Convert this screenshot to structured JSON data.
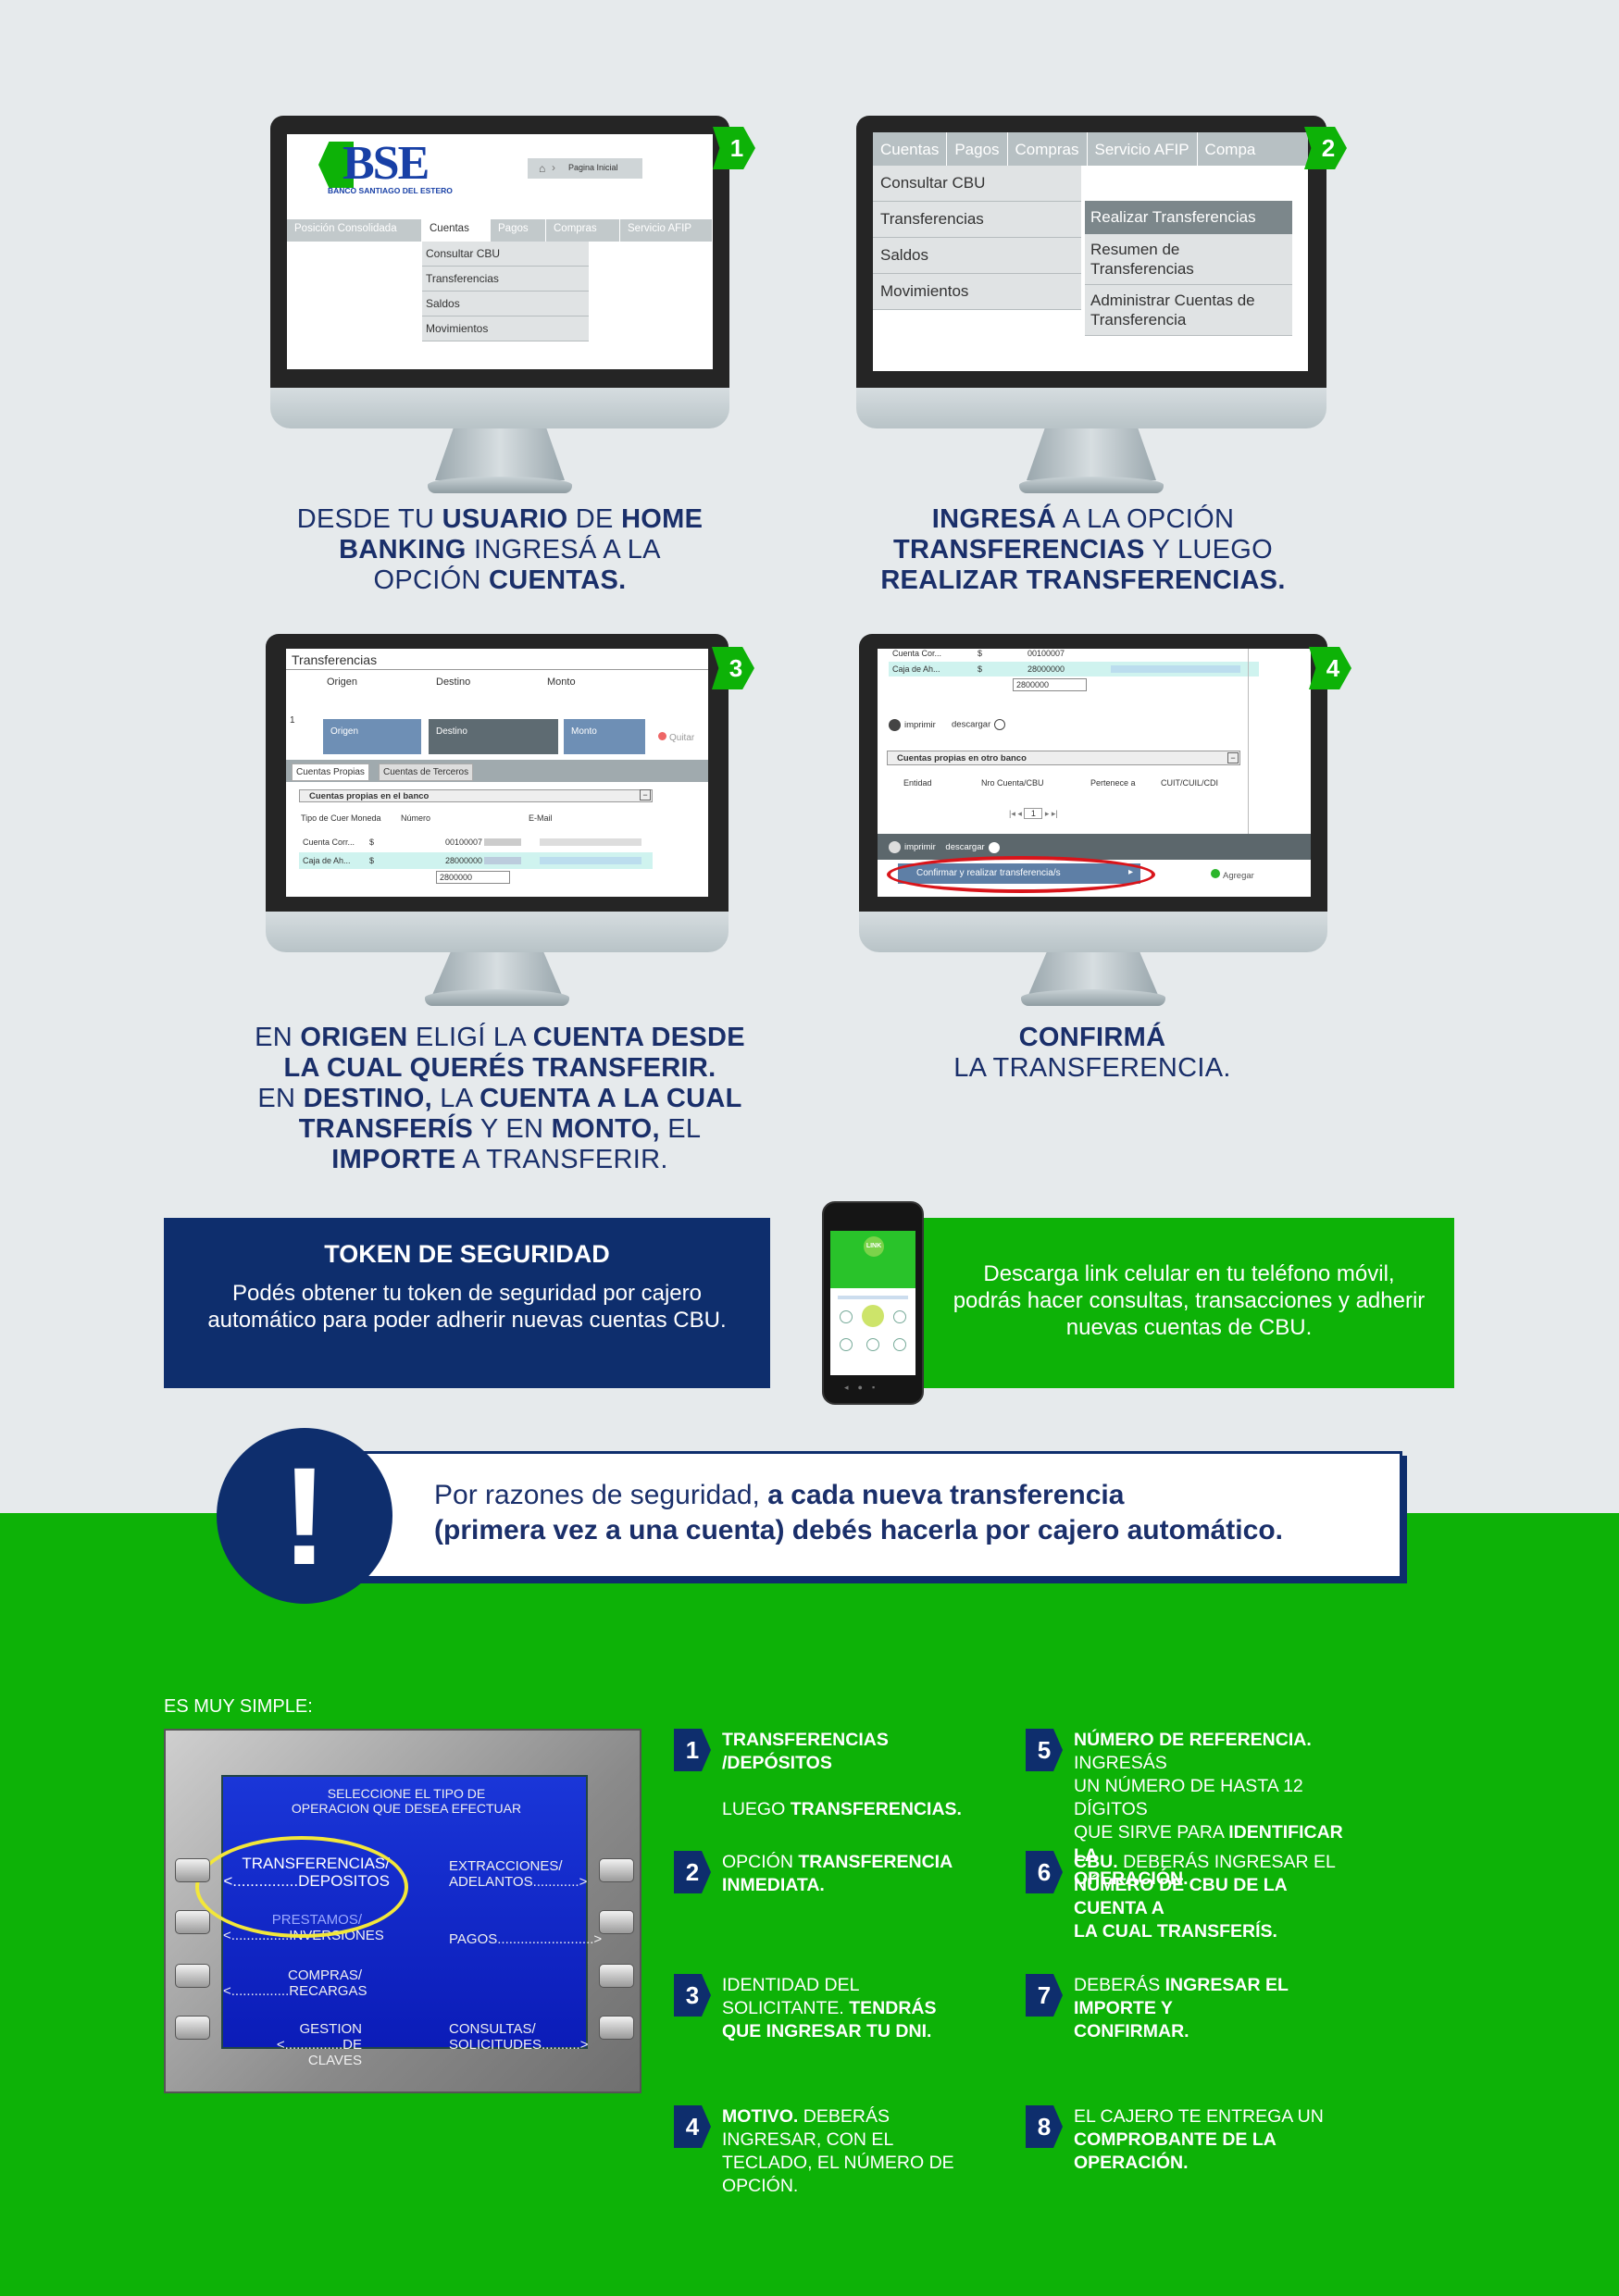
{
  "monitor1": {
    "bank_logo": "BSE",
    "bank_subtitle": "BANCO SANTIAGO DEL ESTERO",
    "home_button": "Pagina Inicial",
    "menu": [
      "Posición Consolidada",
      "Cuentas",
      "Pagos",
      "Compras",
      "Servicio AFIP"
    ],
    "submenu": [
      "Consultar CBU",
      "Transferencias",
      "Saldos",
      "Movimientos"
    ],
    "badge": "1"
  },
  "monitor2": {
    "menu": [
      "Cuentas",
      "Pagos",
      "Compras",
      "Servicio AFIP",
      "Compa"
    ],
    "submenu": [
      "Consultar CBU",
      "Transferencias",
      "Saldos",
      "Movimientos"
    ],
    "flyout": [
      "Realizar Transferencias",
      "Resumen de Transferencias",
      "Administrar Cuentas de Transferencia"
    ],
    "badge": "2"
  },
  "monitor3": {
    "title": "Transferencias",
    "cols": [
      "Origen",
      "Destino",
      "Monto"
    ],
    "row_num": "1",
    "selects": [
      "Origen",
      "Destino",
      "Monto"
    ],
    "remove": "Quitar",
    "tabs": [
      "Cuentas Propias",
      "Cuentas de Terceros"
    ],
    "panel_title": "Cuentas propias en el banco",
    "table_head": [
      "Tipo de Cuer",
      "Moneda",
      "Número",
      "E-Mail"
    ],
    "rows": [
      [
        "Cuenta Corr...",
        "$",
        "00100007"
      ],
      [
        "Caja de Ah...",
        "$",
        "28000000"
      ]
    ],
    "tooltip": "2800000",
    "badge": "3"
  },
  "monitor4": {
    "rows": [
      [
        "Cuenta Cor...",
        "$",
        "00100007"
      ],
      [
        "Caja de Ah...",
        "$",
        "28000000"
      ]
    ],
    "tooltip": "2800000",
    "print": "imprimir",
    "download": "descargar",
    "panel_title": "Cuentas propias en otro banco",
    "table_head": [
      "Entidad",
      "Nro Cuenta/CBU",
      "Pertenece a",
      "CUIT/CUIL/CDI"
    ],
    "pager": "1",
    "confirm_button": "Confirmar y realizar transferencia/s",
    "add": "Agregar",
    "badge": "4"
  },
  "captions": {
    "c1": [
      "DESDE TU ",
      "USUARIO",
      " DE ",
      "HOME",
      "BANKING",
      " INGRESÁ A LA",
      "OPCIÓN ",
      "CUENTAS."
    ],
    "c2": [
      "INGRESÁ",
      " A LA OPCIÓN",
      "TRANSFERENCIAS",
      " Y LUEGO",
      "REALIZAR TRANSFERENCIAS."
    ],
    "c3": [
      "EN ",
      "ORIGEN",
      " ELIGÍ LA ",
      "CUENTA DESDE",
      "LA CUAL QUERÉS TRANSFERIR.",
      "EN ",
      "DESTINO,",
      " LA ",
      "CUENTA A LA CUAL",
      "TRANSFERÍS",
      " Y EN ",
      "MONTO,",
      " EL",
      "IMPORTE",
      " A TRANSFERIR."
    ],
    "c4": [
      "CONFIRMÁ",
      "LA TRANSFERENCIA."
    ]
  },
  "token": {
    "title": "TOKEN DE SEGURIDAD",
    "body": "Podés obtener tu token de seguridad por cajero automático para poder adherir nuevas cuentas CBU."
  },
  "link": {
    "body": "Descarga link celular en tu teléfono móvil, podrás hacer consultas, transacciones y adherir nuevas cuentas de CBU.",
    "phone_logo": "LINK"
  },
  "alert": {
    "mark": "!",
    "line1_normal": "Por razones de seguridad, ",
    "line1_bold": "a cada nueva transferencia",
    "line2_bold": "(primera vez a una cuenta) debés hacerla por cajero automático."
  },
  "simple": {
    "label": "ES MUY SIMPLE:",
    "atm_header": [
      "SELECCIONE EL TIPO DE",
      "OPERACION QUE DESEA EFECTUAR"
    ],
    "atm_left": [
      [
        "TRANSFERENCIAS/",
        "<...............DEPOSITOS"
      ],
      [
        "PRESTAMOS/",
        "<...............INVERSIONES"
      ],
      [
        "COMPRAS/",
        "<...............RECARGAS"
      ],
      [
        "GESTION",
        "<...............DE CLAVES"
      ]
    ],
    "atm_right": [
      [
        "EXTRACCIONES/",
        "ADELANTOS............>"
      ],
      [
        "",
        "PAGOS.........................>"
      ],
      [
        "",
        ""
      ],
      [
        "CONSULTAS/",
        "SOLICITUDES..........>"
      ]
    ]
  },
  "steps": [
    {
      "n": "1",
      "parts": [
        [
          "b",
          "TRANSFERENCIAS"
        ],
        [
          "br",
          ""
        ],
        [
          "b",
          "/DEPÓSITOS"
        ],
        [
          "br",
          ""
        ],
        [
          "br",
          ""
        ],
        [
          "t",
          "LUEGO "
        ],
        [
          "b",
          "TRANSFERENCIAS."
        ]
      ]
    },
    {
      "n": "2",
      "parts": [
        [
          "t",
          "OPCIÓN "
        ],
        [
          "b",
          "TRANSFERENCIA"
        ],
        [
          "br",
          ""
        ],
        [
          "b",
          "INMEDIATA."
        ]
      ]
    },
    {
      "n": "3",
      "parts": [
        [
          "t",
          "IDENTIDAD DEL"
        ],
        [
          "br",
          ""
        ],
        [
          "t",
          "SOLICITANTE. "
        ],
        [
          "b",
          "TENDRÁS"
        ],
        [
          "br",
          ""
        ],
        [
          "b",
          "QUE INGRESAR TU DNI."
        ]
      ]
    },
    {
      "n": "4",
      "parts": [
        [
          "b",
          "MOTIVO."
        ],
        [
          "t",
          " DEBERÁS"
        ],
        [
          "br",
          ""
        ],
        [
          "t",
          "INGRESAR, CON EL"
        ],
        [
          "br",
          ""
        ],
        [
          "t",
          "TECLADO, EL NÚMERO DE"
        ],
        [
          "br",
          ""
        ],
        [
          "t",
          "OPCIÓN."
        ]
      ]
    },
    {
      "n": "5",
      "parts": [
        [
          "b",
          "NÚMERO DE REFERENCIA."
        ],
        [
          "t",
          " INGRESÁS"
        ],
        [
          "br",
          ""
        ],
        [
          "t",
          "UN NÚMERO DE HASTA 12 DÍGITOS"
        ],
        [
          "br",
          ""
        ],
        [
          "t",
          "QUE SIRVE PARA "
        ],
        [
          "b",
          "IDENTIFICAR LA"
        ],
        [
          "br",
          ""
        ],
        [
          "b",
          "OPERACIÓN."
        ]
      ]
    },
    {
      "n": "6",
      "parts": [
        [
          "b",
          "CBU."
        ],
        [
          "t",
          " DEBERÁS INGRESAR EL"
        ],
        [
          "br",
          ""
        ],
        [
          "b",
          "NÚMERO DE CBU DE LA CUENTA A"
        ],
        [
          "br",
          ""
        ],
        [
          "b",
          "LA CUAL TRANSFERÍS."
        ]
      ]
    },
    {
      "n": "7",
      "parts": [
        [
          "t",
          "DEBERÁS "
        ],
        [
          "b",
          "INGRESAR EL IMPORTE Y"
        ],
        [
          "br",
          ""
        ],
        [
          "b",
          "CONFIRMAR."
        ]
      ]
    },
    {
      "n": "8",
      "parts": [
        [
          "t",
          "EL CAJERO TE ENTREGA UN"
        ],
        [
          "br",
          ""
        ],
        [
          "b",
          "COMPROBANTE DE LA OPERACIÓN."
        ]
      ]
    }
  ]
}
